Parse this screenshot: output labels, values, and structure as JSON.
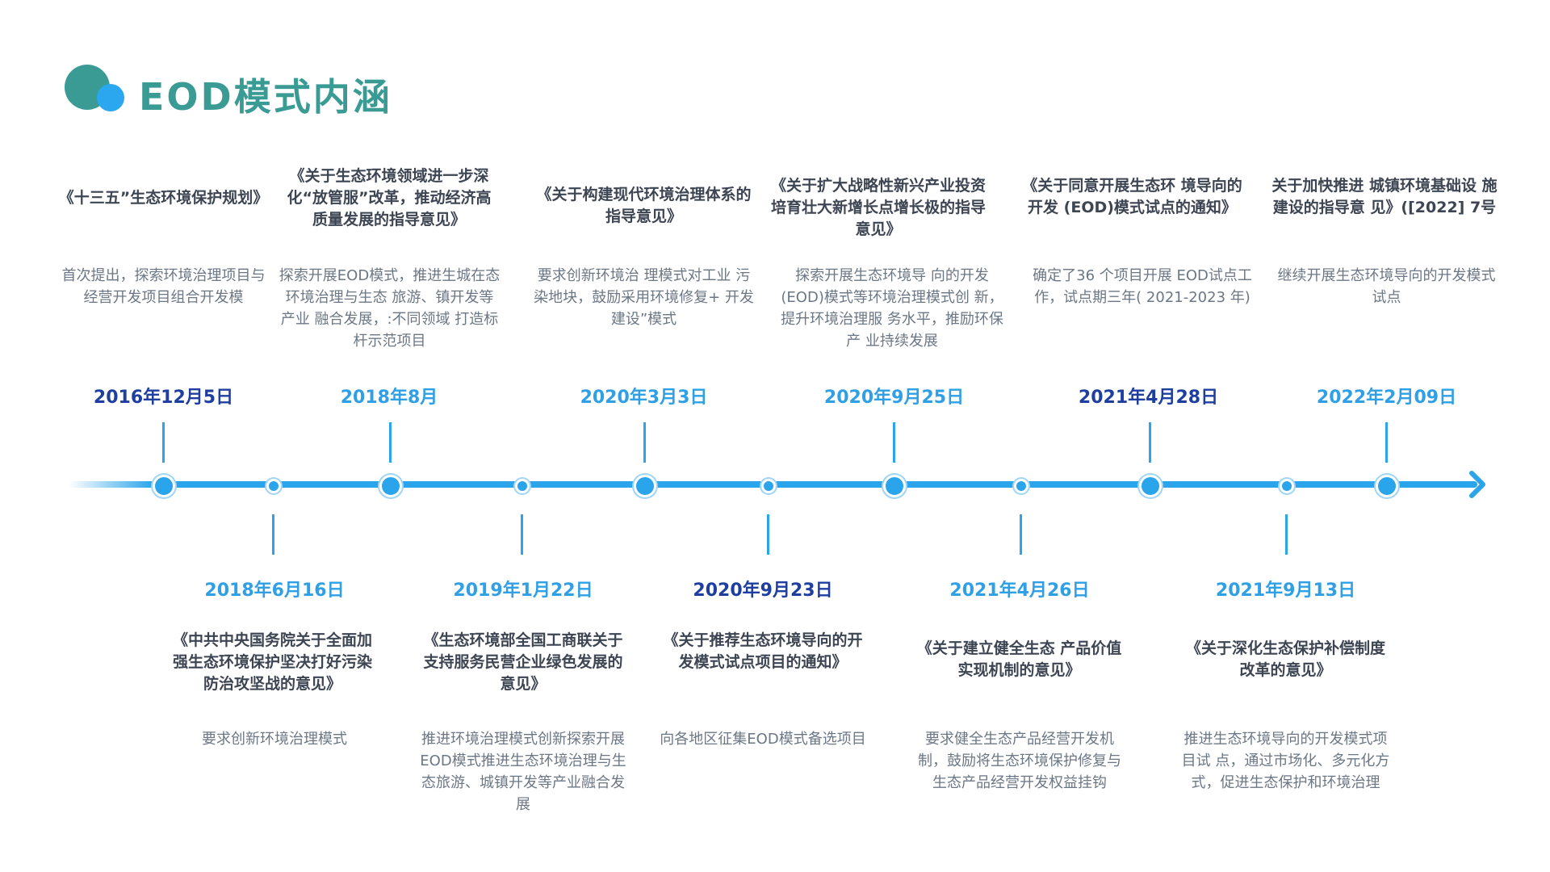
{
  "header": {
    "title": "EOD模式内涵"
  },
  "colors": {
    "title": "#3a9b95",
    "axis": "#2aa4ea",
    "date_dark": "#1f3fa0",
    "date_light": "#2f9fe6"
  },
  "top_events": [
    {
      "date": "2016年12月5日",
      "date_style": "dark",
      "doc": "《十三五”生态环境保护规划》",
      "desc": "首次提出，探索环境治理项目与经营开发项目组合开发模"
    },
    {
      "date": "2018年8月",
      "date_style": "light",
      "doc": "《关于生态环境领域进一步深化“放管服”改革，推动经济高质量发展的指导意见》",
      "desc": "探索开展EOD模式，推进生城在态环境治理与生态 旅游、镇开发等产业 融合发展，:不同领域 打造标杆示范项目"
    },
    {
      "date": "2020年3月3日",
      "date_style": "light",
      "doc": "《关于构建现代环境治理体系的指导意见》",
      "desc": "要求创新环境治 理模式对工业 污染地块，鼓励采用环境修复+ 开发建设”模式"
    },
    {
      "date": "2020年9月25日",
      "date_style": "light",
      "doc": "《关于扩大战略性新兴产业投资 培育壮大新增长点增长极的指导意见》",
      "desc": "探索开展生态环境导 向的开发 (EOD)模式等环境治理模式创 新，提升环境治理服 务水平，推励环保产 业持续发展"
    },
    {
      "date": "2021年4月28日",
      "date_style": "dark",
      "doc": "《关于同意开展生态环 境导向的开发 (EOD)模式试点的通知》",
      "desc": "确定了36 个项目开展 EOD试点工 作，试点期三年( 2021-2023 年)"
    },
    {
      "date": "2022年2月09日",
      "date_style": "light",
      "doc": "关于加快推进 城镇环境基础设 施建设的指导意 见》([2022] 7号",
      "desc": "继续开展生态环境导向的开发模式试点"
    }
  ],
  "bottom_events": [
    {
      "date": "2018年6月16日",
      "date_style": "light",
      "doc": "《中共中央国务院关于全面加强生态环境保护坚决打好污染防治攻坚战的意见》",
      "desc": "要求创新环境治理模式"
    },
    {
      "date": "2019年1月22日",
      "date_style": "light",
      "doc": "《生态环境部全国工商联关于支持服务民营企业绿色发展的意见》",
      "desc": "推进环境治理模式创新探索开展 EOD模式推进生态环境治理与生态旅游、城镇开发等产业融合发展"
    },
    {
      "date": "2020年9月23日",
      "date_style": "dark",
      "doc": "《关于推荐生态环境导向的开发模式试点项目的通知》",
      "desc": "向各地区征集EOD模式备选项目"
    },
    {
      "date": "2021年4月26日",
      "date_style": "light",
      "doc": "《关于建立健全生态 产品价值实现机制的意见》",
      "desc": "要求健全生态产品经营开发机制，鼓励将生态环境保护修复与生态产品经营开发权益挂钩"
    },
    {
      "date": "2021年9月13日",
      "date_style": "light",
      "doc": "《关于深化生态保护补偿制度改革的意见》",
      "desc": "推进生态环境导向的开发模式项目试 点，通过市场化、多元化方式，促进生态保护和环境治理"
    }
  ]
}
